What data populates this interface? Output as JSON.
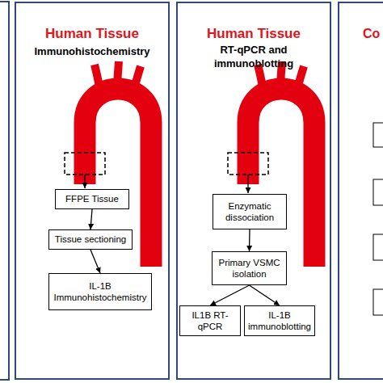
{
  "diagram": {
    "nodes": [
      {
        "text": [
          "Human Tissue",
          "Immunohistochemistry"
        ]
      },
      {
        "text": [
          "FFPE Tissue"
        ],
        "in": 0
      },
      {
        "text": [
          "Tissue sectioning"
        ],
        "in": 0
      },
      {
        "text": [
          "IL-1B Immunohistochemistry"
        ],
        "in": 0
      },
      {
        "text": [
          "Human Tissue",
          "RT-qPCR and immunoblotting"
        ]
      },
      {
        "text": [
          "Enzymatic dissociation"
        ],
        "in": 4
      },
      {
        "text": [
          "Primary VSMC isolation"
        ],
        "in": 4
      },
      {
        "text": [
          "IL1B RT-qPCR"
        ],
        "in": 4
      },
      {
        "text": [
          "IL-1B immunoblotting"
        ],
        "in": 4
      },
      {
        "text": [
          "Co"
        ]
      }
    ],
    "edges": [
      {
        "from": 1,
        "to": 2,
        "arrow": "to"
      },
      {
        "from": 2,
        "to": 3,
        "arrow": "to"
      },
      {
        "from": 5,
        "to": 6,
        "arrow": "to"
      },
      {
        "from": 6,
        "to": 7,
        "arrow": "to"
      },
      {
        "from": 6,
        "to": 8,
        "arrow": "to"
      }
    ]
  }
}
